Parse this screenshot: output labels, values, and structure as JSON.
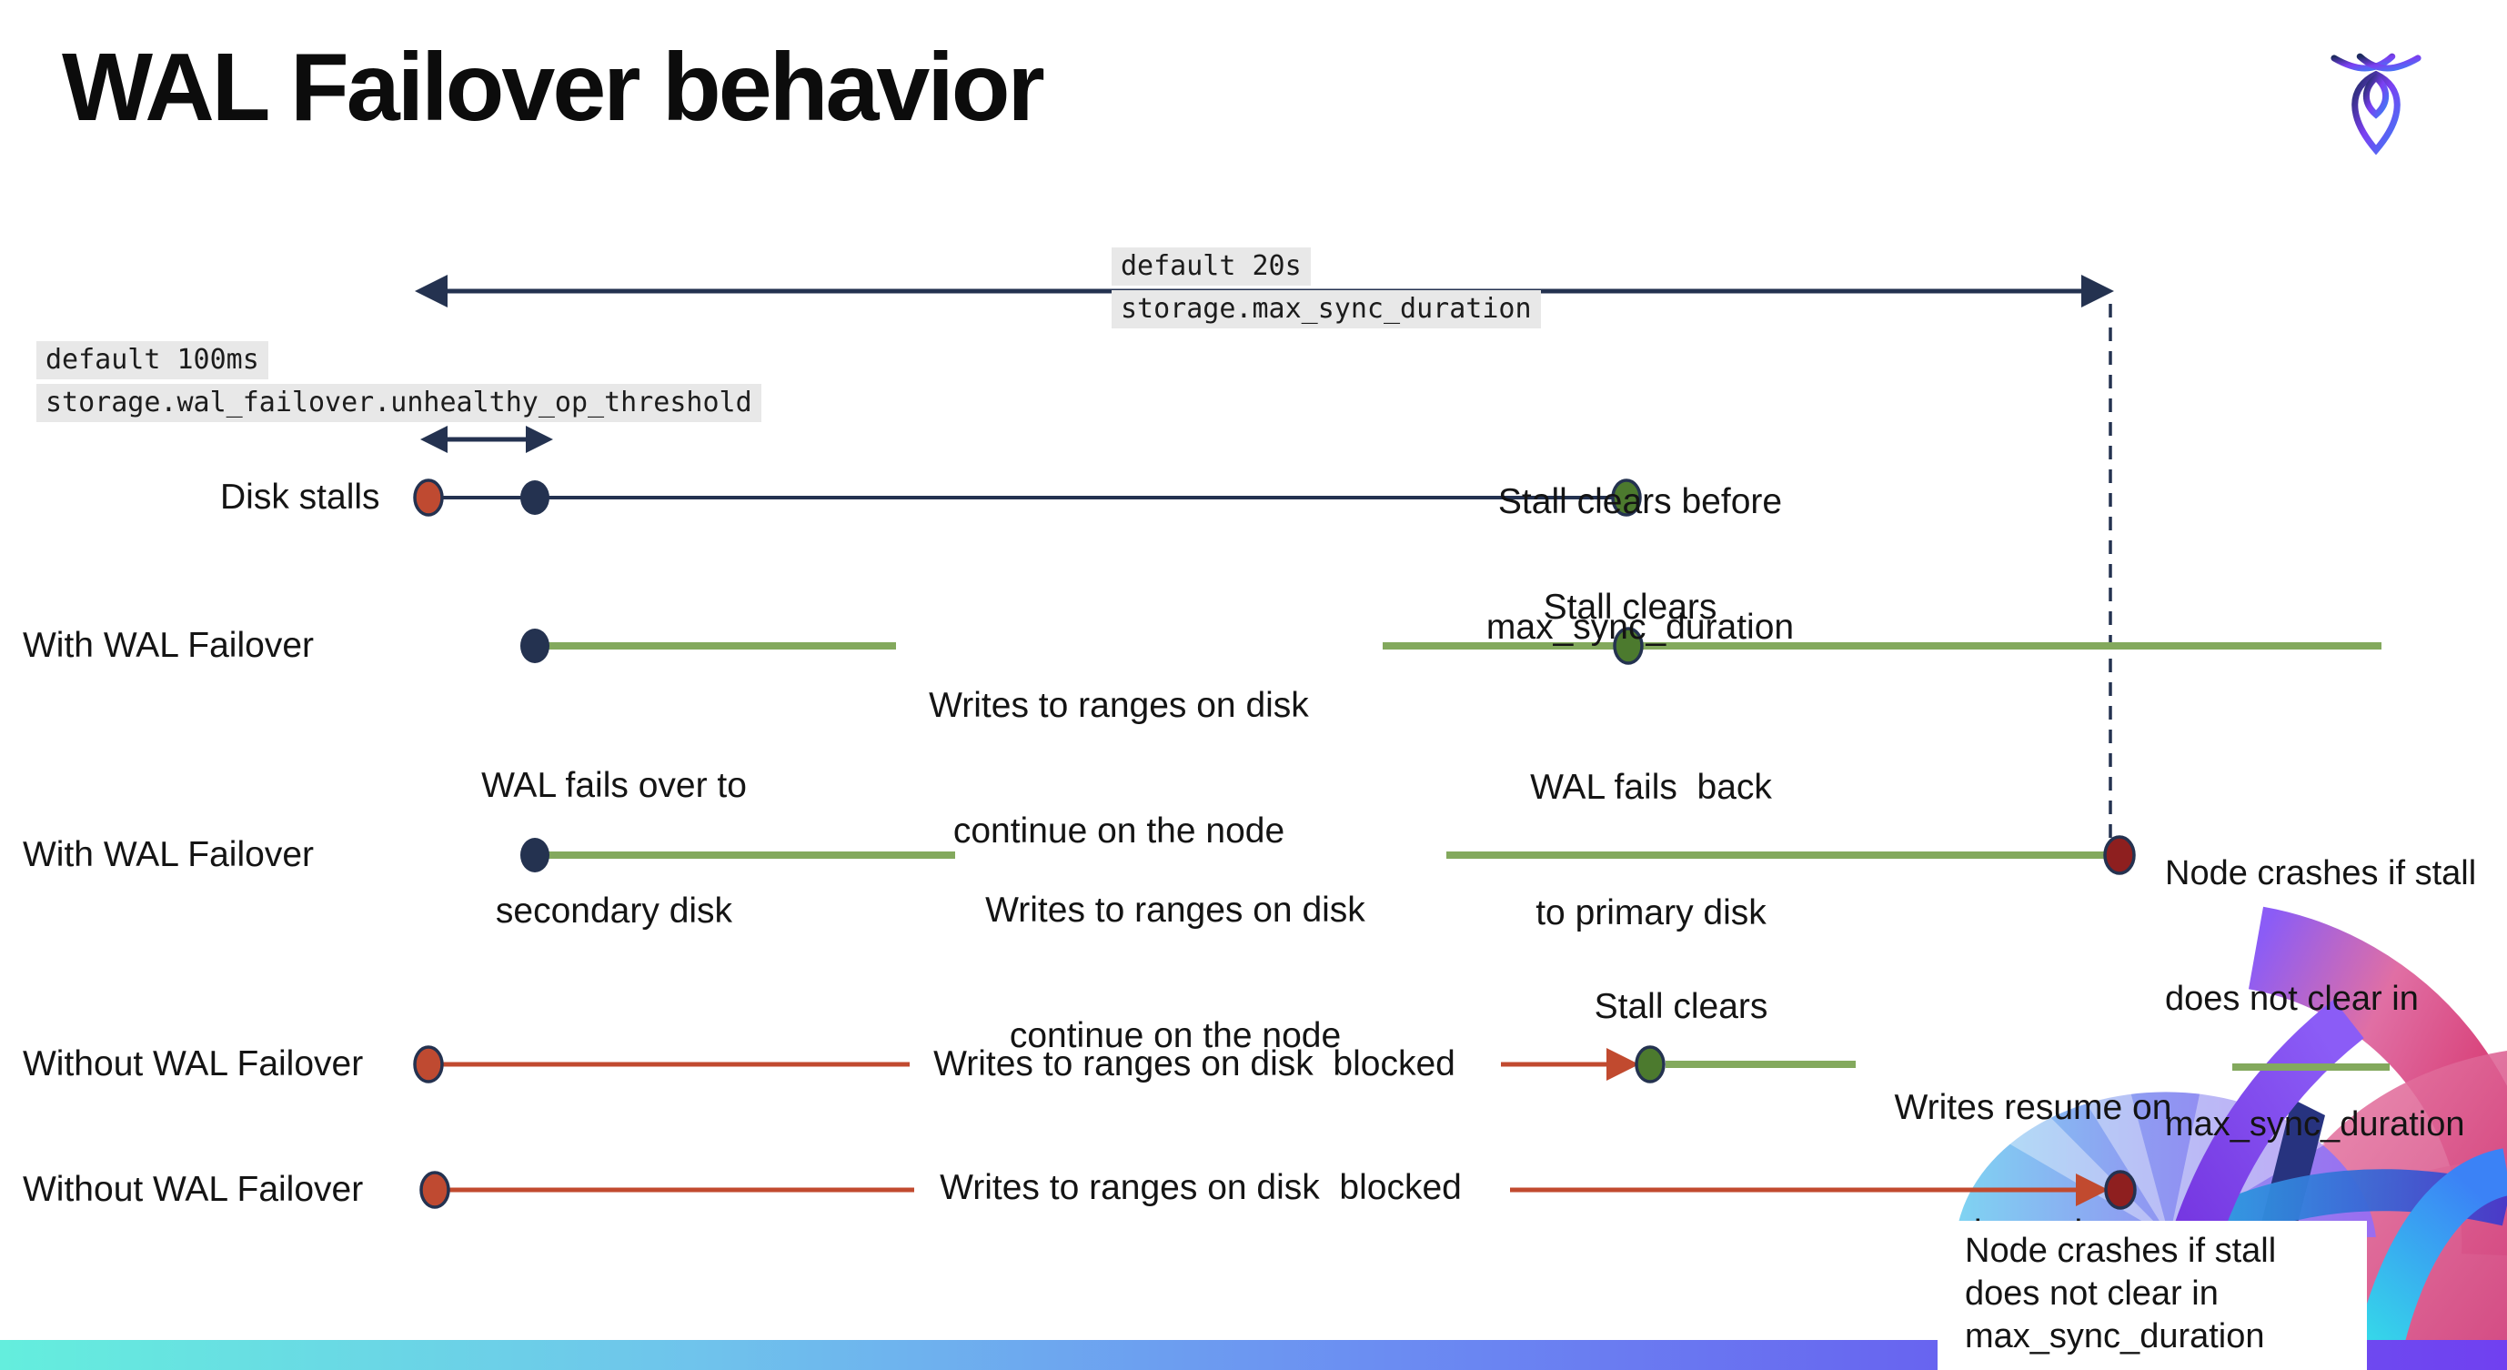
{
  "page": {
    "title": "WAL Failover behavior"
  },
  "logo": {
    "name": "cockroachdb-mark"
  },
  "code_labels": {
    "max_sync": {
      "line1": "default 20s",
      "line2": "storage.max_sync_duration"
    },
    "unhealthy": {
      "line1": "default 100ms",
      "line2": "storage.wal_failover.unhealthy_op_threshold"
    }
  },
  "rows": {
    "disk_stalls": {
      "label": "Disk stalls"
    },
    "with_wal_1": {
      "label": "With WAL Failover"
    },
    "with_wal_2": {
      "label": "With WAL Failover"
    },
    "without_wal_1": {
      "label": "Without WAL Failover"
    },
    "without_wal_2": {
      "label": "Without WAL Failover"
    }
  },
  "annotations": {
    "stall_clears_before": {
      "l1": "Stall clears before",
      "l2": "max_sync_duration"
    },
    "writes_continue_1": {
      "l1": "Writes to ranges on disk",
      "l2": "continue on the node"
    },
    "stall_clears_1": {
      "l1": "Stall clears"
    },
    "wal_fails_over": {
      "l1": "WAL fails over to",
      "l2": "secondary disk"
    },
    "wal_fails_back": {
      "l1": "WAL fails  back",
      "l2": "to primary disk"
    },
    "writes_continue_2": {
      "l1": "Writes to ranges on disk",
      "l2": "continue on the node"
    },
    "node_crashes_1": {
      "l1": "Node crashes if stall",
      "l2": "does not clear in",
      "l3": "max_sync_duration"
    },
    "writes_blocked_1": {
      "l1": "Writes to ranges on disk  blocked"
    },
    "stall_clears_2": {
      "l1": "Stall clears"
    },
    "writes_resume": {
      "l1": "Writes resume on",
      "l2": "the node"
    },
    "writes_blocked_2": {
      "l1": "Writes to ranges on disk  blocked"
    },
    "node_crashes_2": {
      "l1": "Node crashes if stall",
      "l2": "does not clear in",
      "l3": "max_sync_duration"
    }
  },
  "colors": {
    "navy": "#243250",
    "green_line": "#83a95d",
    "green_dot": "#4c7a2e",
    "red_line": "#c14a2f",
    "red_dot": "#bf4a31",
    "crash_dot": "#8e1f1f",
    "code_bg": "#e8e8e8",
    "bar_gradient": [
      "#64eedd",
      "#6b8df2",
      "#7040f0"
    ]
  }
}
